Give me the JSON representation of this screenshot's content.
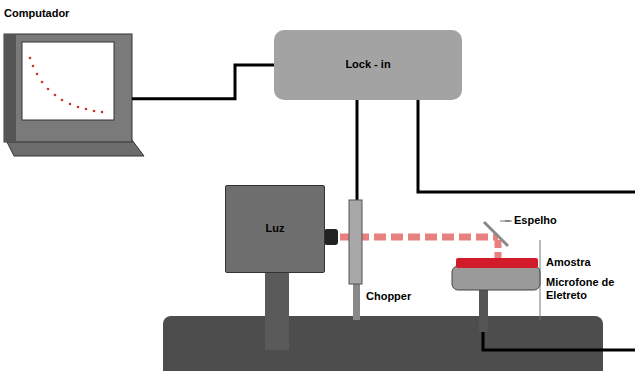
{
  "diagram": {
    "nodes": [
      {
        "text": [
          "Computador"
        ]
      },
      {
        "text": [
          "Lock - in"
        ]
      },
      {
        "text": [
          "Luz"
        ]
      }
    ],
    "edges": [
      {
        "from": 0,
        "to": 1,
        "arrow": "none"
      }
    ],
    "labels": [
      "Chopper",
      "Espelho",
      "Amostra",
      "Microfone de Eletreto"
    ]
  }
}
